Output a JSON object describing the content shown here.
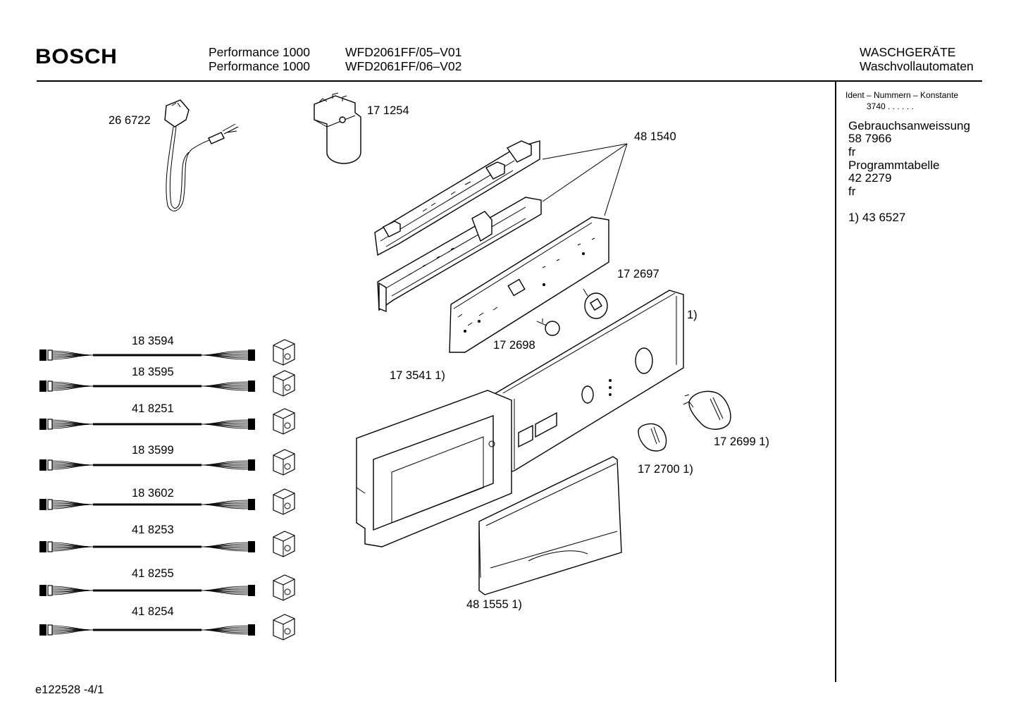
{
  "header": {
    "brand": "BOSCH",
    "model_lines": [
      "Performance 1000",
      "Performance 1000"
    ],
    "variant_lines": [
      "WFD2061FF/05–V01",
      "WFD2061FF/06–V02"
    ],
    "category_lines": [
      "WASCHGERÄTE",
      "Waschvollautomaten"
    ]
  },
  "sidebar": {
    "ident_title": "Ident – Nummern – Konstante",
    "ident_value": "3740  .  .     .  .  .  .",
    "manual_label": "Gebrauchsanweissung",
    "manual_number": "58 7966",
    "manual_lang": "fr",
    "program_label": "Programmtabelle",
    "program_number": "42 2279",
    "program_lang": "fr",
    "footnote": "1)  43 6527"
  },
  "parts": {
    "power_cord": "26 6722",
    "suppressor": "17 1254",
    "control_module": "48 1540",
    "knob_spindle_large": "17 2697",
    "knob_spindle_small": "17 2698",
    "fascia_footnote": "1)",
    "fascia_panel": "17 3541 1)",
    "knob_large": "17 2699 1)",
    "knob_small": "17 2700 1)",
    "drawer_handle": "48 1555 1)"
  },
  "cables": [
    {
      "part": "18 3594"
    },
    {
      "part": "18 3595"
    },
    {
      "part": "41 8251"
    },
    {
      "part": "18 3599"
    },
    {
      "part": "18 3602"
    },
    {
      "part": "41 8253"
    },
    {
      "part": "41 8255"
    },
    {
      "part": "41 8254"
    }
  ],
  "footer": {
    "doc_id": "e122528   -4/1"
  }
}
